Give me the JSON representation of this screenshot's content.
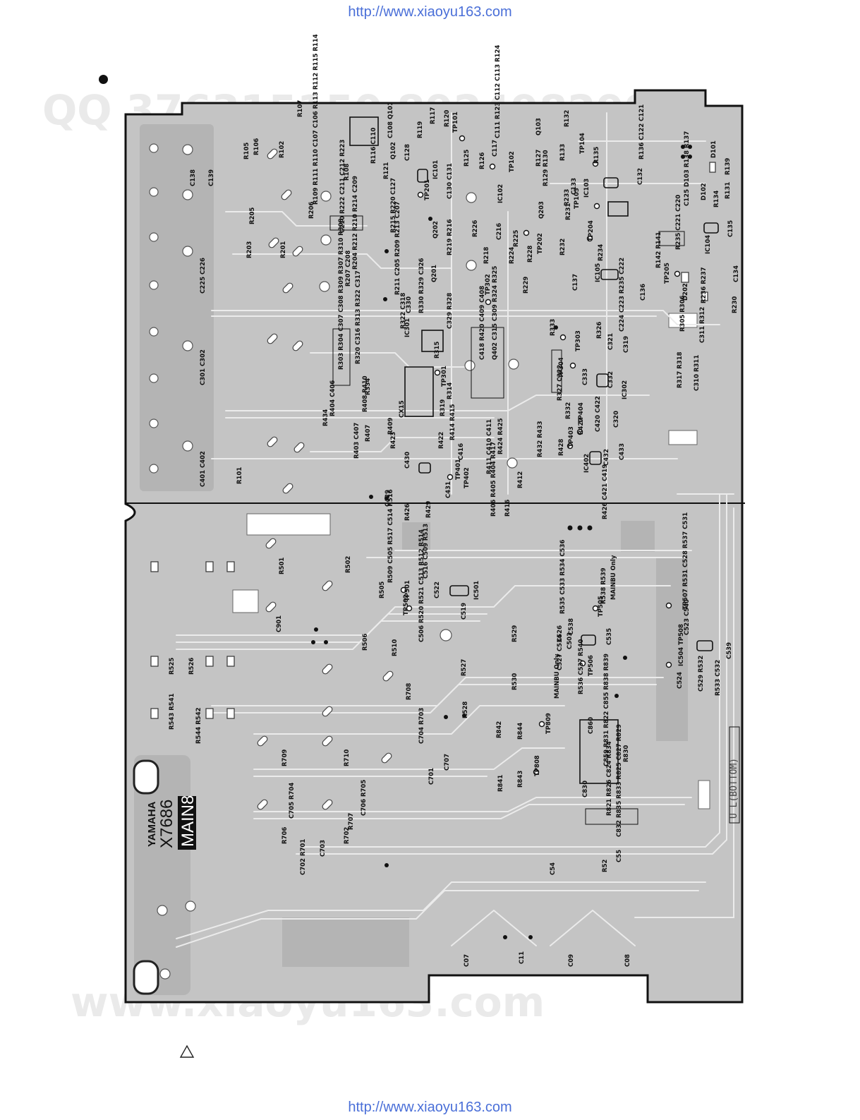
{
  "header": {
    "url": "http://www.xiaoyu163.com"
  },
  "footer": {
    "url": "http://www.xiaoyu163.com"
  },
  "watermarks": {
    "qq": "QQ 376315150  892498299",
    "site": "www.xiaoyu163.com"
  },
  "board": {
    "brand": "YAMAHA",
    "model": "X7686",
    "name": "MAIN8",
    "side_label": "U L(BOTTOM)"
  },
  "labels": {
    "r107": "R107",
    "r105": "R105",
    "r106": "R106",
    "r102": "R102",
    "c138": "C138",
    "c139": "C139",
    "r108": "R108",
    "r116": "R116 C110",
    "r121": "R121",
    "q102": "Q102",
    "c108": "C108 Q101",
    "c128": "C128",
    "r119": "R119",
    "r117": "R117",
    "r120": "R120",
    "tp101": "TP101",
    "c111": "C111 R123 C112 C113 R124",
    "q103": "Q103",
    "r132": "R132",
    "tp104": "TP104",
    "r136": "R136 C122 C121",
    "d101": "D101",
    "r139": "R139",
    "r125": "R125",
    "r126": "R126",
    "c117": "C117",
    "tp102": "TP102",
    "r127": "R127",
    "r133": "R133",
    "r135": "R135",
    "r129": "R129 R130",
    "ic101": "IC101",
    "c127": "C127",
    "tp201": "TP201",
    "c133": "C133",
    "ic103": "IC103",
    "c132": "C132",
    "c125": "C125 D103 R138 R137",
    "d102": "D102",
    "r134": "R134",
    "r131": "R131",
    "r109": "R109 R111 R110 C107 C106 R113 R112 R115 R114",
    "r205": "R205",
    "r206": "R206",
    "c210": "C210 R222 C211 C212 R223",
    "r215": "R215 R220",
    "q202": "Q202",
    "ic102": "IC102",
    "c130": "C130 C131",
    "r226": "R226",
    "c216": "C216",
    "r225": "R225",
    "q203": "Q203",
    "r231": "R231",
    "r233": "R233",
    "tp105": "TP105",
    "c135": "C135",
    "r203": "R203",
    "r201": "R201",
    "r204": "R204 R212 R210 R214 C209",
    "r219": "R219 R216",
    "r218": "R218",
    "r224": "R224",
    "r228": "R228",
    "tp202": "TP202",
    "r232": "R232",
    "tp204": "TP204",
    "r235": "R235 C221 C220",
    "ic104": "IC104",
    "c225": "C225 C226",
    "r207": "R207 C208",
    "r211": "R211 C205 R209 R213 C207",
    "q201": "Q201",
    "r229": "R229",
    "tp302": "TP302",
    "c137": "C137",
    "ic105": "IC105",
    "r234": "R234",
    "r142": "R142 R141",
    "tp205": "TP205",
    "c134": "C134",
    "c136": "C136",
    "d202": "D202",
    "r230": "R230",
    "r236": "R236 R237",
    "c330": "C330",
    "r330": "R330 R329 C326",
    "c329": "C329 R328",
    "r322": "R322 C318",
    "ic301": "IC301",
    "c224": "C224 C223 R235 C222",
    "r326": "R326",
    "c321": "C321",
    "c319": "C319",
    "r305": "R305 R306",
    "c311": "C311 R312",
    "tp303": "TP303",
    "r333": "R333",
    "r303": "R303 R304 C307 C308 R309 R307 R310 R308",
    "r320": "R320 C316 R313 R322 C317",
    "r315": "R315",
    "c418": "C418 R420 C409 C408",
    "q402": "Q402 C315 C309 R324 R325",
    "tp304": "TP304",
    "r327": "R327 C322",
    "c333": "C333",
    "c332": "C332",
    "ic302": "IC302",
    "r317": "R317 R318",
    "c310": "C310 R311",
    "c301": "C301 C302",
    "r334": "R334",
    "tp301": "TP301",
    "r314": "R314",
    "r404": "R404 C406",
    "r408": "R408 R410",
    "r434": "R434",
    "cx15": "CX15",
    "r409": "R409",
    "r319": "R319",
    "r332": "R332",
    "tp404": "TP404",
    "c420": "C420 C422",
    "c320": "C320",
    "r427": "R427",
    "r403": "R403 C407",
    "r407": "R407",
    "r414": "R414 R415",
    "r423": "R423",
    "r422": "R422",
    "r424": "R424 R425",
    "r432": "R432 R433",
    "tp403": "TP403",
    "r428": "R428",
    "c433": "C433",
    "c432": "C432",
    "ic402": "IC402",
    "c416": "C416",
    "c430": "C430",
    "r411": "R411 C410 C411",
    "tp401": "TP401",
    "tp402": "TP402",
    "c431": "C431",
    "r412": "R412",
    "c401": "C401 C402",
    "r101": "R101",
    "c429": "C429",
    "r426": "R426",
    "r429": "R429",
    "r406": "R406 R405 R404 R417",
    "r416": "R416",
    "r426b": "R426 C421 C419",
    "r501": "R501",
    "r502": "R502",
    "r509": "R509 C505 R517 C514 R516",
    "c516": "C516 C509 R513",
    "tp501": "TP501",
    "r505": "R505",
    "c522": "C522",
    "ic501": "IC501",
    "tp502": "TP502",
    "c519": "C519",
    "r535": "R535 C533 R534 C536",
    "r538": "R538 R539",
    "mainbu": "MAINBU Only",
    "tp505": "TP505",
    "tp507": "TP507 R531 C528 R537 C531",
    "c901": "C901",
    "r506": "R506",
    "r510": "R510",
    "c506": "C506 R520 R521 C513 R512 R514",
    "r529": "R529",
    "c526": "C526",
    "c538": "C538",
    "c503": "C503",
    "c535": "C535",
    "c523": "C523 C540",
    "ic504": "IC504 TP508",
    "c539": "C539",
    "r525": "R525",
    "r526": "R526",
    "r527": "R527",
    "c527": "C527 C534",
    "tp506": "TP506",
    "mainbu2": "MAINBU Only",
    "r530": "R530",
    "r536": "R536 C537 R540",
    "c524": "C524",
    "c529": "C529 R532",
    "r533": "R533 C532",
    "r708": "R708",
    "r528": "R528",
    "r543": "R543 R541",
    "r544": "R544 R542",
    "c704": "C704 R703",
    "r842": "R842",
    "r844": "R844",
    "tp809": "TP809",
    "c860": "C860",
    "r709": "R709",
    "r710": "R710",
    "c707": "C707",
    "tp808": "TP808",
    "c859": "C859 R831 R822 C855 R838 R839",
    "r830": "R830",
    "r841": "R841",
    "r843": "R843",
    "c701": "C701",
    "c705": "C705 R704",
    "c706": "C706 R705",
    "c830": "C830",
    "r821": "R821 R826 C824 R834",
    "r706": "R706",
    "r707": "R707",
    "r702": "R702",
    "c703": "C703",
    "c832": "C832 R835 R833 R825 C827 R829",
    "c702": "C702 R701",
    "c54": "C54",
    "r52": "R52",
    "c55": "C55",
    "c07": "C07",
    "c11": "C11",
    "c09": "C09",
    "c08": "C08"
  }
}
